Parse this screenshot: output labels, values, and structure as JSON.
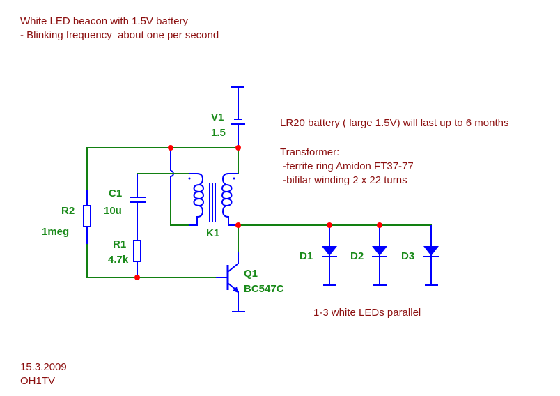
{
  "title": {
    "line1": "White LED beacon with 1.5V battery",
    "line2": "- Blinking frequency  about one per second"
  },
  "notes": {
    "battery": "LR20 battery ( large 1.5V) will last up to 6 months",
    "transformer_heading": "Transformer:",
    "transformer_core": " -ferrite ring Amidon FT37-77",
    "transformer_winding": " -bifilar winding 2 x 22 turns",
    "leds": "1-3 white LEDs parallel"
  },
  "footer": {
    "date": "15.3.2009",
    "author": "OH1TV"
  },
  "components": {
    "v1": {
      "ref": "V1",
      "value": "1.5"
    },
    "c1": {
      "ref": "C1",
      "value": "10u"
    },
    "r1": {
      "ref": "R1",
      "value": "4.7k"
    },
    "r2": {
      "ref": "R2",
      "value": "1meg"
    },
    "k1": {
      "ref": "K1"
    },
    "q1": {
      "ref": "Q1",
      "value": "BC547C"
    },
    "d1": {
      "ref": "D1"
    },
    "d2": {
      "ref": "D2"
    },
    "d3": {
      "ref": "D3"
    }
  },
  "colors": {
    "wire": "#128012",
    "component": "#0000ff",
    "junction": "#ff0000",
    "note_text": "#8b0f0f",
    "label_text": "#1a8a1a"
  }
}
